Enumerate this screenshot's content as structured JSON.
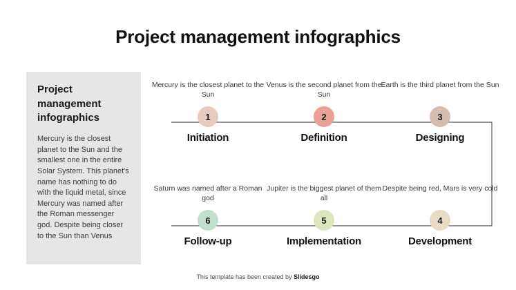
{
  "slide": {
    "title": "Project management infographics",
    "background": "#ffffff"
  },
  "sidebar": {
    "heading": "Project management infographics",
    "body": "Mercury is the closest planet to the Sun and the smallest one in the entire Solar System. This planet's name has nothing to do with the liquid metal, since Mercury was named after the Roman messenger god. Despite being closer to the Sun than Venus",
    "background": "#e6e6e6"
  },
  "timeline": {
    "line_color": "#5a5a5a",
    "top_row": [
      {
        "number": "1",
        "label": "Initiation",
        "description": "Mercury is the closest planet to the Sun",
        "color": "#e8cbc0"
      },
      {
        "number": "2",
        "label": "Definition",
        "description": "Venus is the second planet from the Sun",
        "color": "#e8a193"
      },
      {
        "number": "3",
        "label": "Designing",
        "description": "Earth is the third planet from the Sun",
        "color": "#d6bcaf"
      }
    ],
    "bottom_row": [
      {
        "number": "6",
        "label": "Follow-up",
        "description": "Saturn was named after a Roman god",
        "color": "#bfe0cd"
      },
      {
        "number": "5",
        "label": "Implementation",
        "description": "Jupiter is the biggest planet of them all",
        "color": "#dde7bf"
      },
      {
        "number": "4",
        "label": "Development",
        "description": "Despite being red, Mars is very cold",
        "color": "#e8dcc3"
      }
    ]
  },
  "footer": {
    "text": "This template has been created by ",
    "brand": "Slidesgo"
  }
}
